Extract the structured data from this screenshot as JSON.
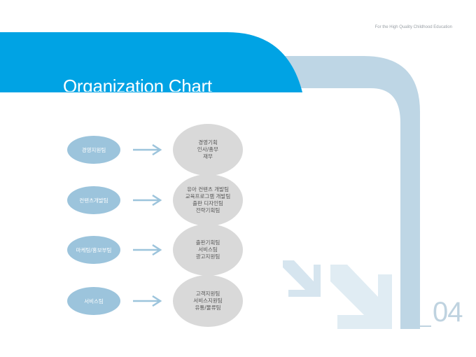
{
  "header": {
    "tagline": "For the High Quality Childhood Education",
    "title": "Organization Chart"
  },
  "page_number": "04",
  "teams": [
    {
      "name": "경영지원팀",
      "subteams": [
        "경영기획",
        "인사/총무",
        "재무"
      ]
    },
    {
      "name": "컨텐츠개발팀",
      "subteams": [
        "유아 컨텐츠 개발팀",
        "교육프로그램 개발팀",
        "출판 디자인팀",
        "전략기획팀"
      ]
    },
    {
      "name": "마케팅/홍보부팀",
      "subteams": [
        "출판기획팀",
        "서비스팀",
        "광고지원팀"
      ]
    },
    {
      "name": "서비스팀",
      "subteams": [
        "고객지원팀",
        "서비스지원팀",
        "유통/물류팀"
      ]
    }
  ],
  "colors": {
    "accent_blue": "#00a3e4",
    "light_blue": "#b7d2e2",
    "team_node": "#9cc4dc",
    "subteam_node": "#d9d9d9",
    "arrow": "#9cc4dc"
  },
  "icons": {
    "connector": "right-arrow-icon",
    "decoration": "down-right-chevron-arrows-icon"
  }
}
